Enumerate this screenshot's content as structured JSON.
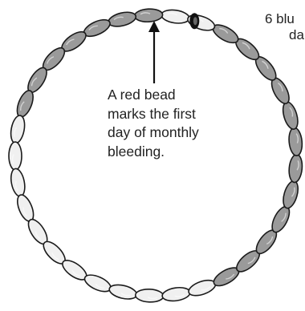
{
  "diagram": {
    "bead_necklace": {
      "bead_count": 33,
      "dark_bead_fill": "#9a9a9a",
      "light_bead_fill": "#f0f0f0",
      "outline_color": "#1a1a1a",
      "clasp_color": "#111111"
    },
    "callout": {
      "text": "A red bead\nmarks the first\nday of monthly\nbleeding."
    },
    "edge_label": {
      "line1": "6 blu",
      "line2": "da"
    }
  }
}
